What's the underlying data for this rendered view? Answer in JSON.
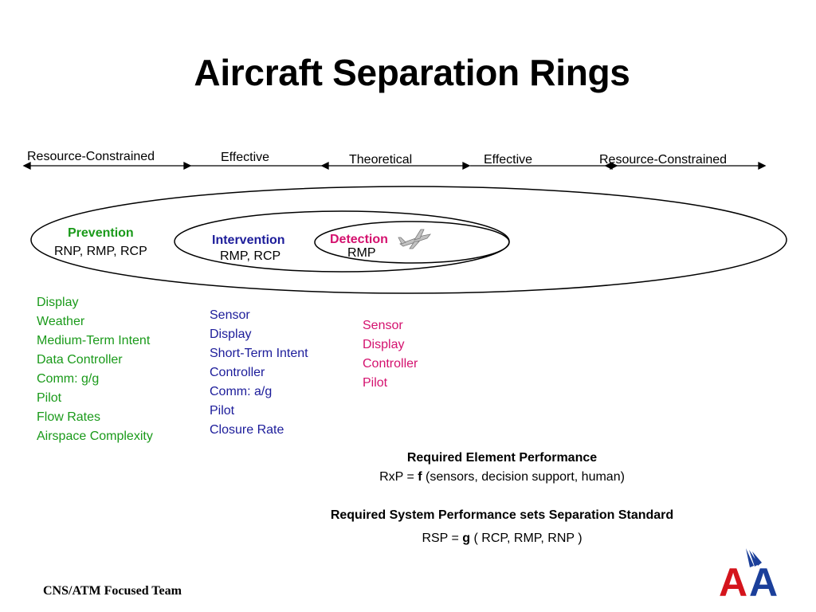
{
  "slide": {
    "title": "Aircraft Separation Rings",
    "footer": "CNS/ATM Focused Team"
  },
  "scale": {
    "labels": [
      "Resource-Constrained",
      "Effective",
      "Theoretical",
      "Effective",
      "Resource-Constrained"
    ]
  },
  "rings": {
    "prevention": {
      "name": "Prevention",
      "requirements": "RNP, RMP, RCP",
      "color": "#1a9a1a",
      "elements": [
        "Display",
        "Weather",
        "Medium-Term Intent",
        "Data Controller",
        "Comm: g/g",
        "Pilot",
        "Flow Rates",
        "Airspace Complexity"
      ]
    },
    "intervention": {
      "name": "Intervention",
      "requirements": "RMP, RCP",
      "color": "#1c1c9a",
      "elements": [
        "Sensor",
        "Display",
        "Short-Term Intent",
        "Controller",
        "Comm: a/g",
        "Pilot",
        "Closure Rate"
      ]
    },
    "detection": {
      "name": "Detection",
      "requirements": "RMP",
      "color": "#d4116e",
      "elements": [
        "Sensor",
        "Display",
        "Controller",
        "Pilot"
      ]
    }
  },
  "performance": {
    "element_heading": "Required Element Performance",
    "element_lhs": "RxP = ",
    "element_func": "f",
    "element_args": " (sensors, decision support, human)",
    "system_heading": "Required System Performance sets Separation Standard",
    "system_lhs": "RSP = ",
    "system_func": "g",
    "system_args": " ( RCP, RMP, RNP )"
  },
  "logo": {
    "letters": "AA",
    "colors": {
      "red": "#d4141c",
      "blue": "#1b3f9a"
    }
  }
}
